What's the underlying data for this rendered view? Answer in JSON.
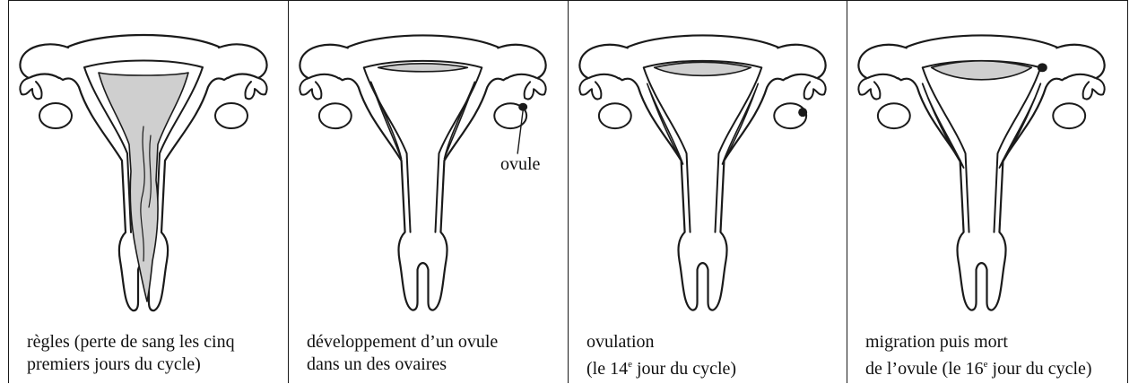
{
  "panels": [
    {
      "caption_line1": "règles (perte de sang les cinq",
      "caption_line2": "premiers jours du cycle)"
    },
    {
      "caption_line1": "développement d’un ovule",
      "caption_line2": "dans un des ovaires",
      "label": "ovule"
    },
    {
      "caption_line1": "ovulation",
      "caption_line2_before": "(le 14",
      "caption_line2_sup": "e",
      "caption_line2_after": " jour du cycle)"
    },
    {
      "caption_line1": "migration puis mort",
      "caption_line2_before": "de l’ovule (le 16",
      "caption_line2_sup": "e",
      "caption_line2_after": " jour du cycle)"
    }
  ],
  "colors": {
    "stroke": "#1a1a1a",
    "lining": "#cfcfcf",
    "background": "#ffffff"
  }
}
